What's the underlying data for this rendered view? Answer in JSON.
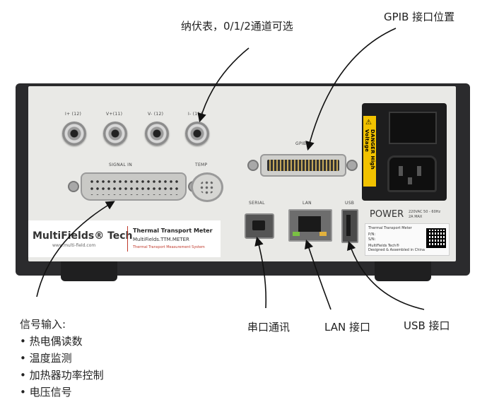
{
  "callouts": {
    "nanovolt": "纳伏表，0/1/2通道可选",
    "gpib": "GPIB 接口位置",
    "serial": "串口通讯",
    "lan": "LAN 接口",
    "usb": "USB 接口",
    "signal_title": "信号输入:",
    "signal_items": [
      "热电偶读数",
      "温度监测",
      "加热器功率控制",
      "电压信号"
    ]
  },
  "panel": {
    "bnc_labels": [
      "I+ (12)",
      "V+(11)",
      "V- (12)",
      "I- (11)"
    ],
    "signal_in": "SIGNAL IN",
    "temp": "TEMP",
    "gpib": "GPIB",
    "serial": "SERIAL",
    "lan": "LAN",
    "usb": "USB",
    "power": "POWER",
    "power_rating_1": "220VAC 50 - 60Hz",
    "power_rating_2": "2A MAX",
    "danger": "DANGER  High Voltage"
  },
  "label": {
    "brand": "MultiFields® Tech",
    "website": "www.multi-field.com",
    "product": "Thermal Transport Meter",
    "model": "MultiFields.TTM.METER",
    "system": "Thermal Transport Measurement System"
  },
  "sticker": {
    "title": "Thermal Transport Meter",
    "pn": "P/N:",
    "sn": "S/N:",
    "brand": "MultiFields Tech®",
    "assembled": "Designed & Assembled in China"
  },
  "colors": {
    "chassis": "#2b2b2d",
    "panel": "#e9e9e6",
    "accent_red": "#c0392b",
    "warning_yellow": "#f2c200",
    "lan_led_green": "#7ac142",
    "lan_led_amber": "#e2b13c"
  }
}
